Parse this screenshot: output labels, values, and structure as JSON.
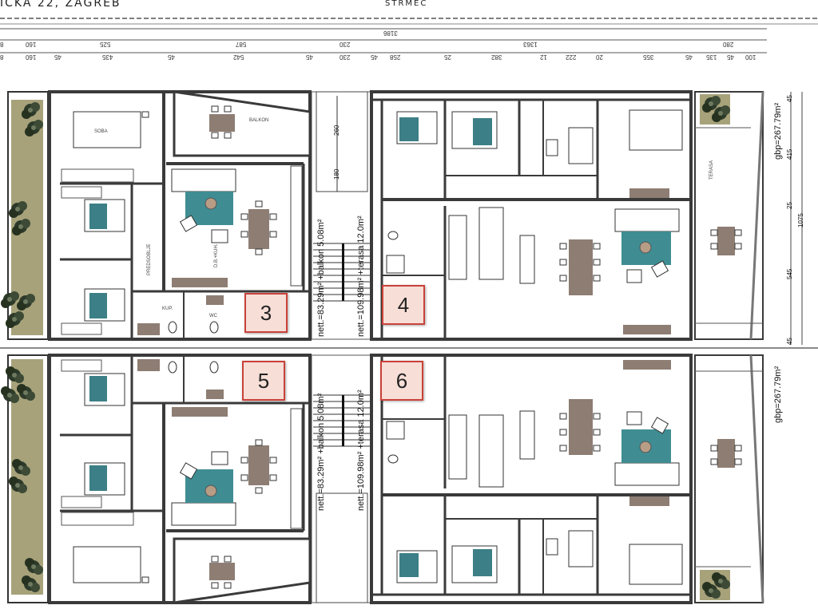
{
  "header": {
    "address": "IČKA 22, ZAGREB",
    "district": "STRMEC"
  },
  "dimensions": {
    "total": "3186",
    "row2": [
      "8",
      "160",
      "525",
      "587",
      "230",
      "1363",
      "280"
    ],
    "row3": [
      "8",
      "160",
      "45",
      "435",
      "45",
      "542",
      "45",
      "230",
      "45",
      "258",
      "25",
      "382",
      "12",
      "222",
      "20",
      "355",
      "45",
      "135",
      "45",
      "100"
    ],
    "vertical": {
      "top": "45",
      "upper": "415",
      "mid": "25",
      "lower": "545",
      "bottom": "45",
      "total": "1075"
    },
    "stair": [
      "260",
      "180"
    ]
  },
  "gbp_labels": [
    "gbp=267.79m²",
    "gbp=267.79m²"
  ],
  "area_labels": {
    "left_top": "nett.=83.29m² +balkon 5.08m²",
    "right_top": "nett.=109.98m² +terasa 12.0m²",
    "left_bottom": "nett.=83.29m² +balkon 5.08m²",
    "right_bottom": "nett.=109.98m² +terasa 12.0m²"
  },
  "units": [
    "3",
    "4",
    "5",
    "6"
  ],
  "rooms": {
    "bedroom": "SOBA",
    "hall": "PREDSOBLJE",
    "living": "D.B.+KUH.",
    "balcony": "BALKON",
    "terrace": "TERASA",
    "bath": "KUP.",
    "wc": "WC"
  },
  "colors": {
    "wall": "#3a3a3a",
    "bed": "#3d7f86",
    "rug": "#3f8d93",
    "table": "#8d7d73",
    "garden": "#a7a27a",
    "badge_border": "#c9423a",
    "badge_fill": "#f7ded6"
  }
}
